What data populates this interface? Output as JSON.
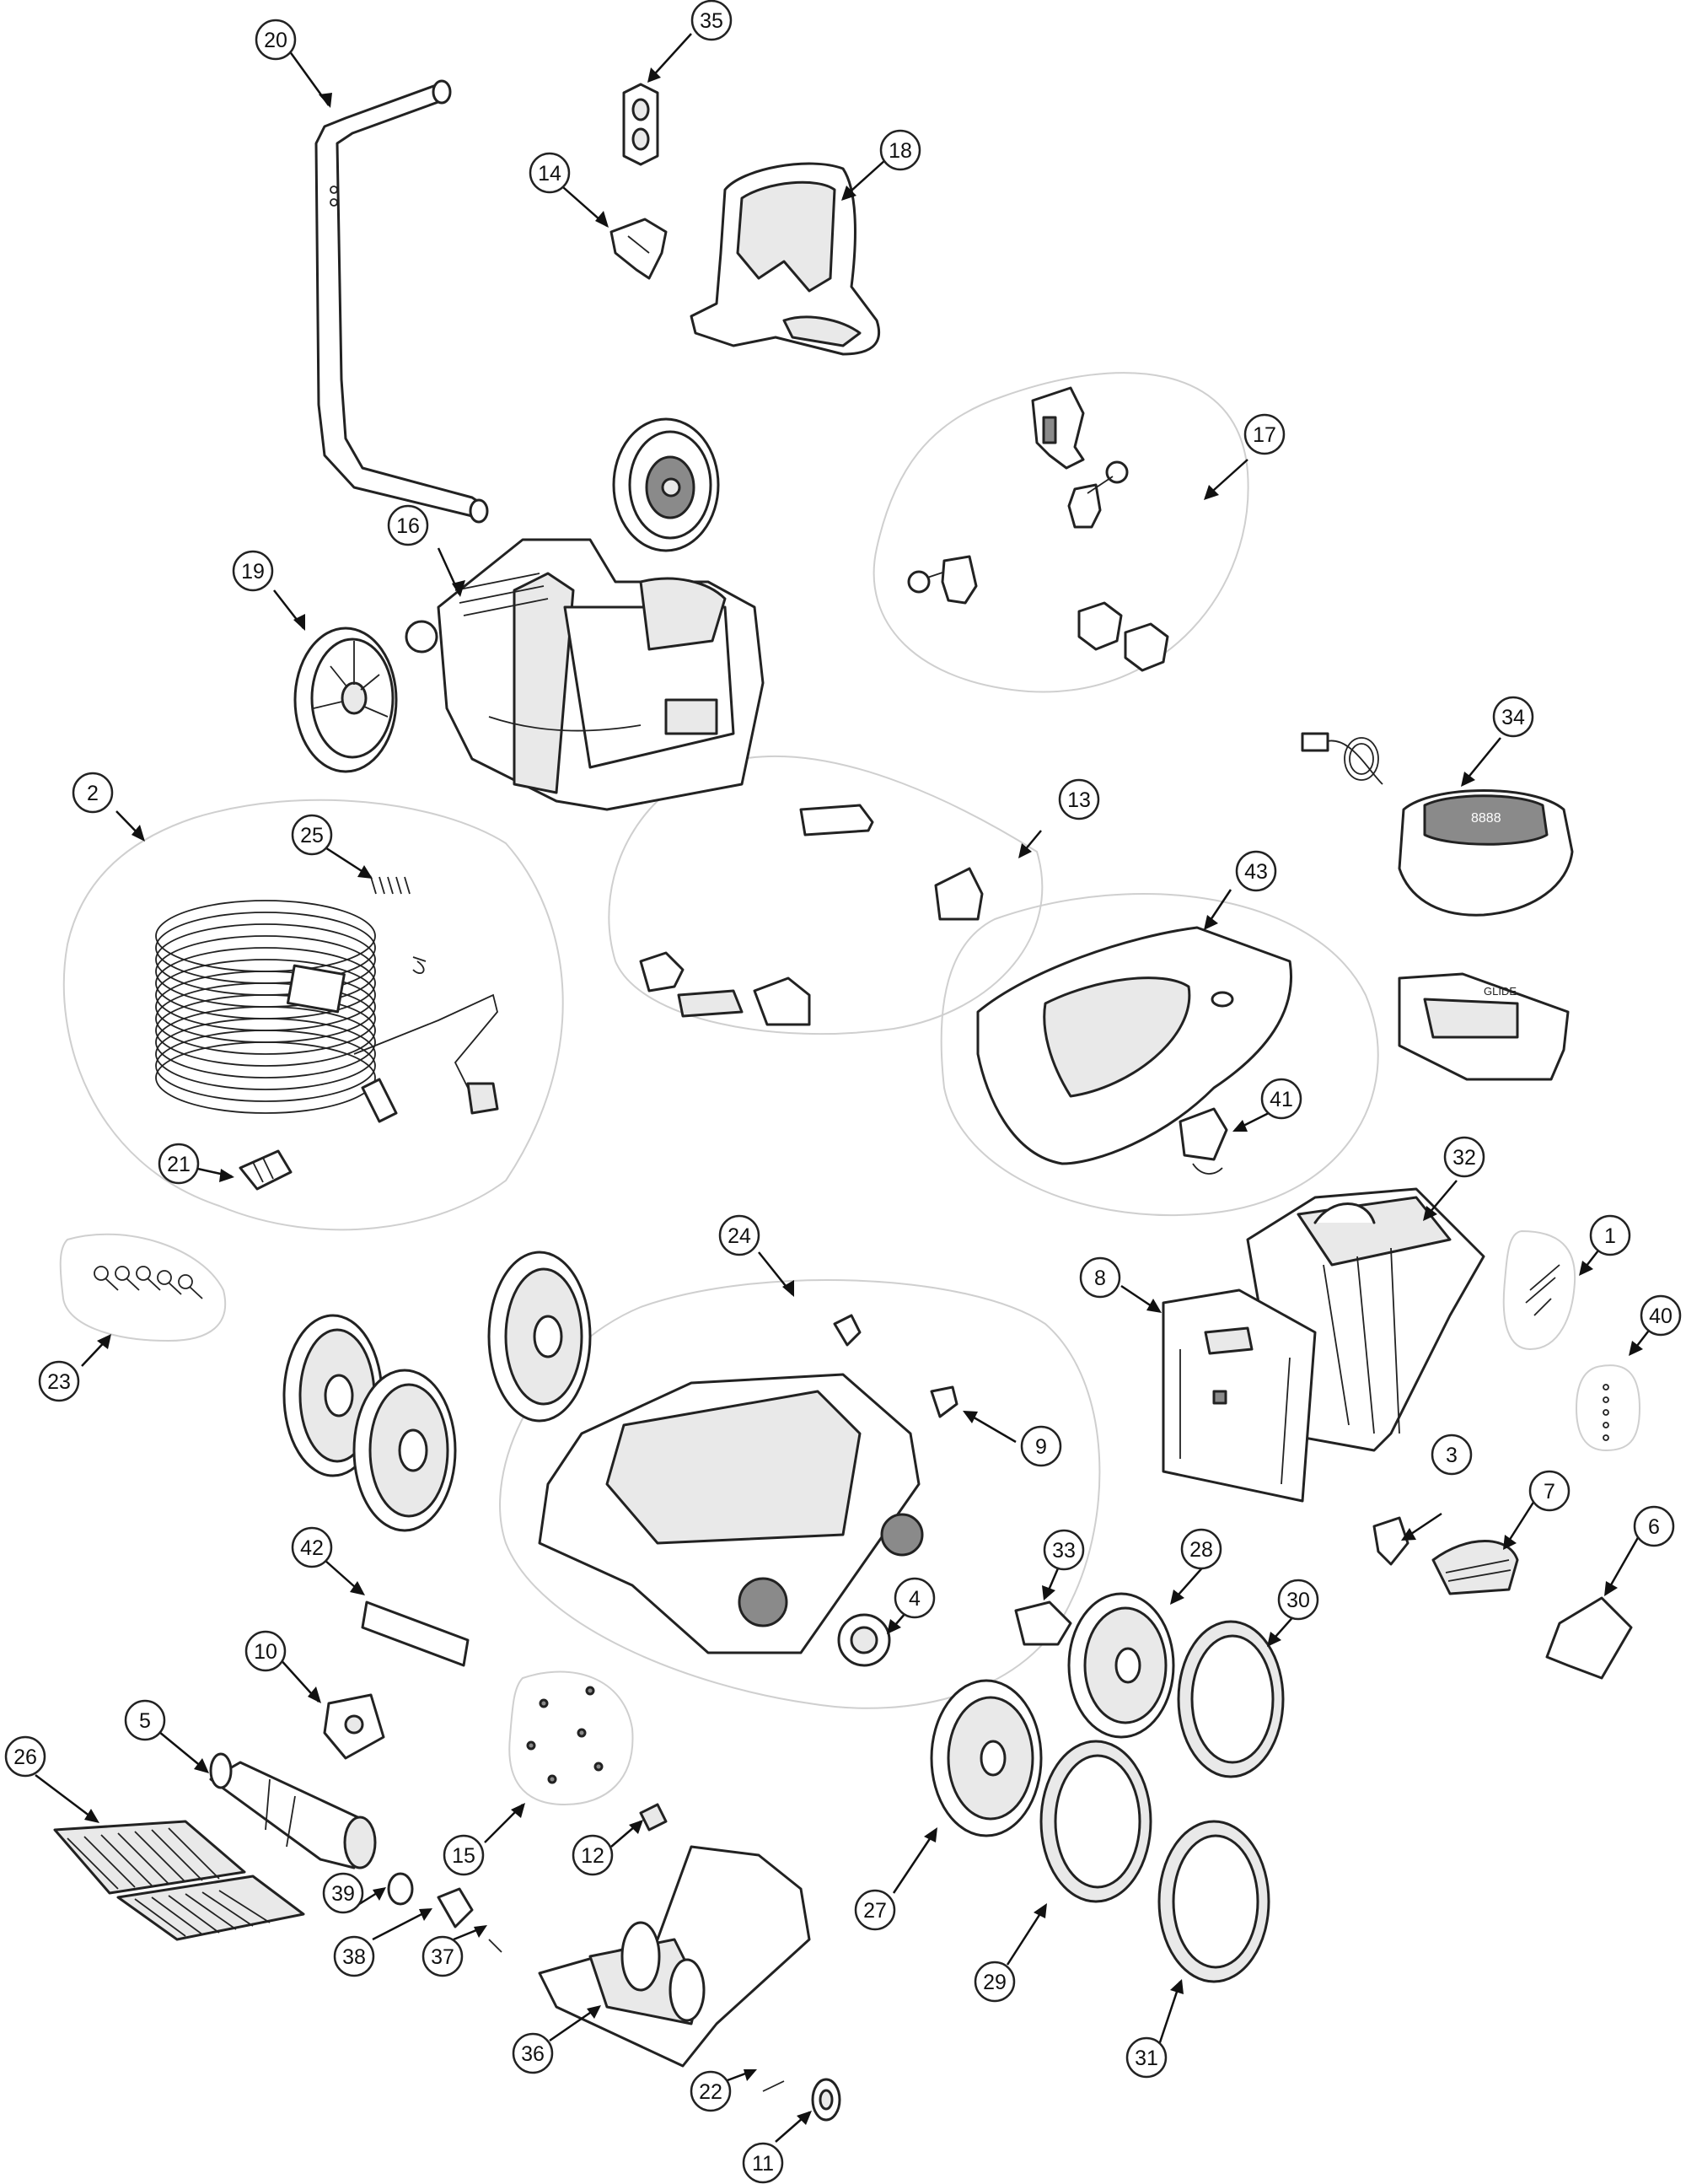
{
  "diagram": {
    "type": "exploded-parts-diagram",
    "callouts": [
      "1",
      "2",
      "3",
      "4",
      "5",
      "6",
      "7",
      "8",
      "9",
      "10",
      "11",
      "12",
      "13",
      "14",
      "15",
      "16",
      "17",
      "18",
      "19",
      "20",
      "21",
      "22",
      "23",
      "24",
      "25",
      "26",
      "27",
      "28",
      "29",
      "30",
      "31",
      "32",
      "33",
      "34",
      "35",
      "36",
      "37",
      "38",
      "39",
      "40",
      "41",
      "42",
      "43"
    ],
    "control_box_display": "8888",
    "filter_lid_text": "GLIDE"
  }
}
